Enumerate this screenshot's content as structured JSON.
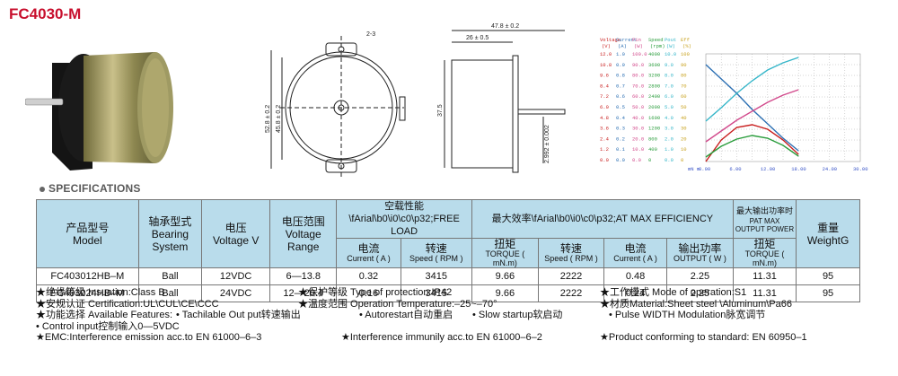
{
  "title": "FC4030-M",
  "drawing": {
    "dim_hole": "2-3",
    "dim_height1": "52.8 ± 0.2",
    "dim_height2": "45.8 ± 0.2",
    "dim_width_total": "47.8 ± 0.2",
    "dim_width_inner": "26 ± 0.5",
    "dim_shaft": "37.5",
    "dim_shaft_dia": "2.992 ± 0.002"
  },
  "chart_header": {
    "cols": [
      "Voltage (V)",
      "Current (A)",
      "Pin (W)",
      "Speed (rpm)",
      "Pout (W)",
      "Eff (%)"
    ],
    "rows": [
      [
        "12.0",
        "1.0",
        "100.0",
        "4000",
        "10.0",
        "100"
      ],
      [
        "10.8",
        "0.9",
        "90.0",
        "3600",
        "9.0",
        "90"
      ],
      [
        "9.6",
        "0.8",
        "80.0",
        "3200",
        "8.0",
        "80"
      ],
      [
        "8.4",
        "0.7",
        "70.0",
        "2800",
        "7.0",
        "70"
      ],
      [
        "7.2",
        "0.6",
        "60.0",
        "2400",
        "6.0",
        "60"
      ],
      [
        "6.0",
        "0.5",
        "50.0",
        "2000",
        "5.0",
        "50"
      ],
      [
        "4.8",
        "0.4",
        "40.0",
        "1600",
        "4.0",
        "40"
      ],
      [
        "3.6",
        "0.3",
        "30.0",
        "1200",
        "3.0",
        "30"
      ],
      [
        "2.4",
        "0.2",
        "20.0",
        "800",
        "2.0",
        "20"
      ],
      [
        "1.2",
        "0.1",
        "10.0",
        "400",
        "1.0",
        "10"
      ],
      [
        "0.0",
        "0.0",
        "0.0",
        "0",
        "0.0",
        "0"
      ]
    ],
    "x_unit": "mN m",
    "x_ticks": [
      "0.00",
      "6.00",
      "12.00",
      "18.00",
      "24.00",
      "30.00"
    ]
  },
  "chart_data": {
    "type": "line",
    "x": [
      0,
      3,
      6,
      9,
      12,
      15,
      18
    ],
    "xlim": [
      0,
      30
    ],
    "ylim": [
      0,
      12
    ],
    "series": [
      {
        "values": [
          10.8,
          9.2,
          7.6,
          5.8,
          4.2,
          2.6,
          1.2
        ],
        "color": "#2b6fb3"
      },
      {
        "values": [
          4.5,
          6.0,
          7.6,
          9.0,
          10.2,
          11.0,
          11.6
        ],
        "color": "#35b6c9"
      },
      {
        "values": [
          2.2,
          3.4,
          4.6,
          5.6,
          6.6,
          7.4,
          8.0
        ],
        "color": "#d24a8c"
      },
      {
        "values": [
          0.0,
          2.4,
          3.8,
          4.1,
          3.6,
          2.4,
          0.8
        ],
        "color": "#c81e1e"
      },
      {
        "values": [
          0.5,
          1.7,
          2.5,
          2.9,
          2.6,
          1.8,
          0.6
        ],
        "color": "#2a9d3c"
      }
    ]
  },
  "spec_heading": "SPECIFICATIONS",
  "table": {
    "h_model_cn": "产品型号",
    "h_model_en": "Model",
    "h_bearing_cn": "轴承型式",
    "h_bearing_en": "Bearing System",
    "h_voltage_cn": "电压",
    "h_voltage_en": "Voltage V",
    "h_range_cn": "电压范围",
    "h_range_en": "Voltage Range",
    "h_free_load": "空载性能\\fArial\\b0\\i0\\c0\\p32;FREE LOAD",
    "h_max_eff": "最大效率\\fArial\\b0\\i0\\c0\\p32;AT MAX EFFICIENCY",
    "h_max_out_cn": "最大输出功率时",
    "h_max_out_en": "PAT MAX OUTPUT POWER",
    "h_weight_cn": "重量",
    "h_weight_en": "WeightG",
    "sub_current_cn": "电流",
    "sub_current_en": "Current ( A )",
    "sub_speed_cn": "转速",
    "sub_speed_en": "Speed ( RPM )",
    "sub_torque_cn": "扭矩",
    "sub_torque_en": "TORQUE ( mN.m)",
    "sub_output_cn": "输出功率",
    "sub_output_en": "OUTPUT ( W )",
    "rows": [
      [
        "FC403012HB–M",
        "Ball",
        "12VDC",
        "6—13.8",
        "0.32",
        "3415",
        "9.66",
        "2222",
        "0.48",
        "2.25",
        "11.31",
        "95"
      ],
      [
        "FC403024HB–M",
        "Ball",
        "24VDC",
        "12—26.4",
        "0.16",
        "3415",
        "9.66",
        "2222",
        "0.24",
        "2.25",
        "11.31",
        "95"
      ]
    ]
  },
  "features": {
    "insulation": "★绝缘等级 Insuation:Class B",
    "protection": "★保护等级 Type of protection:IP42",
    "operation_mode": "★工作模式 Mode of operation:S1",
    "certification": "★安规认证 Certification:UL\\CUL\\CE\\CCC",
    "temperature": "★温度范围 Operation Temperature:–25~–70°",
    "material": "★材质Material:Sheet steel  \\Aluminum\\Pa66",
    "available": "★功能选择 Available Features:",
    "tachi": "• Tachilable Out put转速输出",
    "autorestart": "• Autorestart自动重启",
    "slow": "• Slow startup软启动",
    "pwm": "• Pulse WIDTH Modulation脉宽调节",
    "control": "• Control input控制输入0—5VDC",
    "emc": "★EMC:Interference emission acc.to EN 61000–6–3",
    "immunity": "★Interference immunily acc.to EN 61000–6–2",
    "product_std": "★Product conforming to standard: EN 60950–1"
  },
  "colors": {
    "title": "#c8102e",
    "table_header": "#b9dceb"
  }
}
